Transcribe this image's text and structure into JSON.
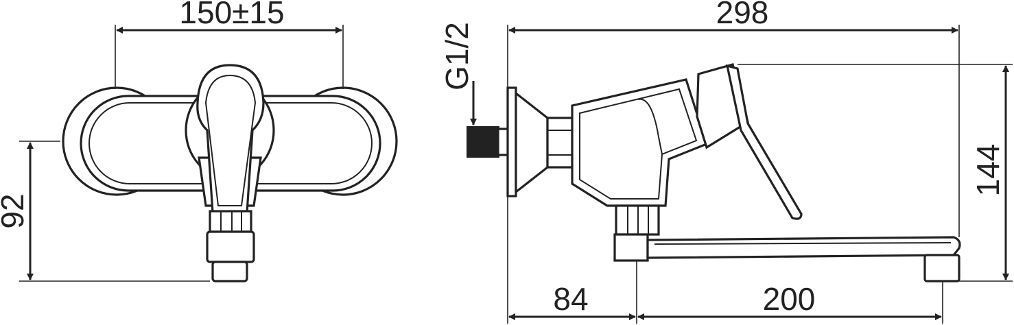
{
  "dimensions": {
    "front_width": "150±15",
    "front_depth": "92",
    "side_total_length": "298",
    "side_height": "144",
    "side_wall_to_outlet": "84",
    "side_spout_length": "200",
    "thread": "G1/2"
  }
}
